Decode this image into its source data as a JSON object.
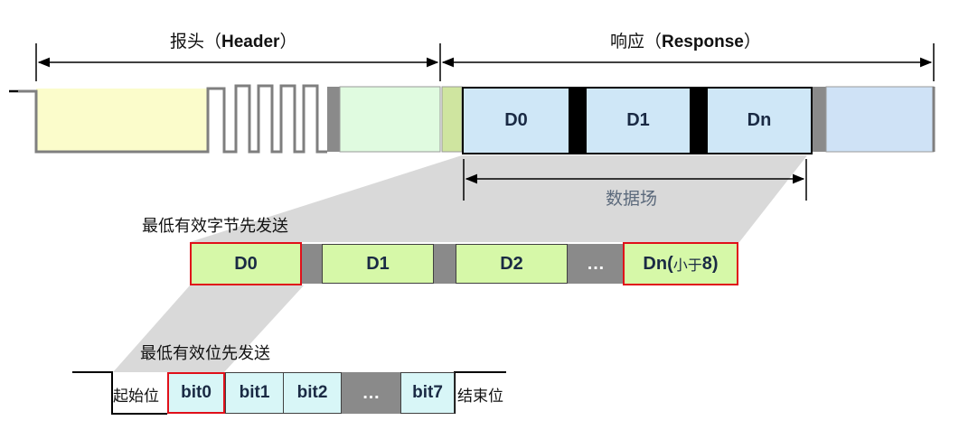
{
  "labels": {
    "header_prefix": "报头（",
    "header_word": "Header",
    "header_suffix": "）",
    "response_prefix": "响应（",
    "response_word": "Response",
    "response_suffix": "）",
    "data_field": "数据场",
    "byte_order_note": "最低有效字节先发送",
    "bit_order_note": "最低有效位先发送",
    "start_bit": "起始位",
    "stop_bit": "结束位"
  },
  "response_bytes": [
    "D0",
    "D1",
    "Dn"
  ],
  "bytes": {
    "d0": "D0",
    "d1": "D1",
    "d2": "D2",
    "ellipsis": "…",
    "dn": "Dn(",
    "dn_note": "小于",
    "dn_count": "8)"
  },
  "bits": [
    "bit0",
    "bit1",
    "bit2",
    "…",
    "bit7"
  ],
  "colors": {
    "header_yellow": "#fbfccb",
    "header_green": "#e0fbe0",
    "response_blue": "#cfe7f7",
    "byte_green": "#d6f8a8",
    "bit_cyan": "#d8f6f7",
    "gap_gray": "#8a8a8a",
    "highlight_red": "#e0101a",
    "zoom_gray": "#d9d9d9"
  }
}
